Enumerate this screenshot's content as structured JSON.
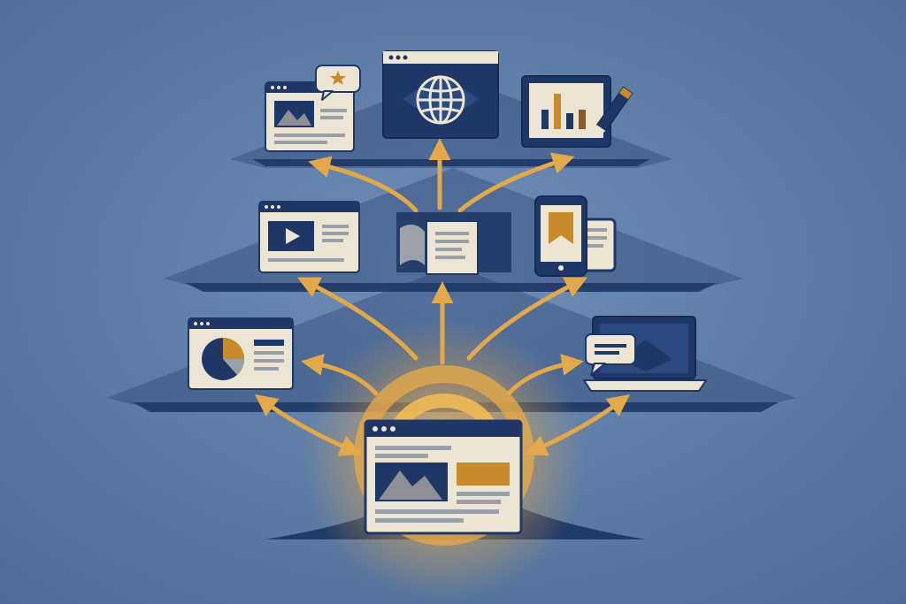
{
  "colors": {
    "background_center": "#6f8fb8",
    "background_edge": "#4d6a93",
    "navy": "#1f3766",
    "navy_dark": "#172a52",
    "cream": "#ece5d3",
    "cream_line": "#9aa0a8",
    "gold": "#e3a84a",
    "gold_dark": "#c98a2c",
    "brown": "#8a5a2b",
    "mountain_gray": "#8e8f94"
  },
  "hub": {
    "icon": "central-web-page-icon",
    "glow": "sun-glow-icon"
  },
  "nodes": [
    {
      "name": "media-card-with-comment-node",
      "icon": "image-card-icon",
      "badge": "star-speech-bubble-icon",
      "tier": 1
    },
    {
      "name": "website-globe-node",
      "icon": "globe-icon",
      "tier": 1
    },
    {
      "name": "analytics-editing-node",
      "icon": "bar-chart-icon",
      "badge": "pencil-icon",
      "tier": 1
    },
    {
      "name": "video-content-node",
      "icon": "play-button-icon",
      "tier": 2
    },
    {
      "name": "document-page-node",
      "icon": "document-icon",
      "tier": 2
    },
    {
      "name": "mobile-bookmark-node",
      "icon": "smartphone-bookmark-icon",
      "tier": 2
    },
    {
      "name": "pie-chart-report-node",
      "icon": "pie-chart-icon",
      "tier": 3
    },
    {
      "name": "laptop-chat-node",
      "icon": "laptop-speech-bubble-icon",
      "tier": 3
    }
  ],
  "connectors": {
    "icon": "arrow-icon",
    "count": 12
  }
}
